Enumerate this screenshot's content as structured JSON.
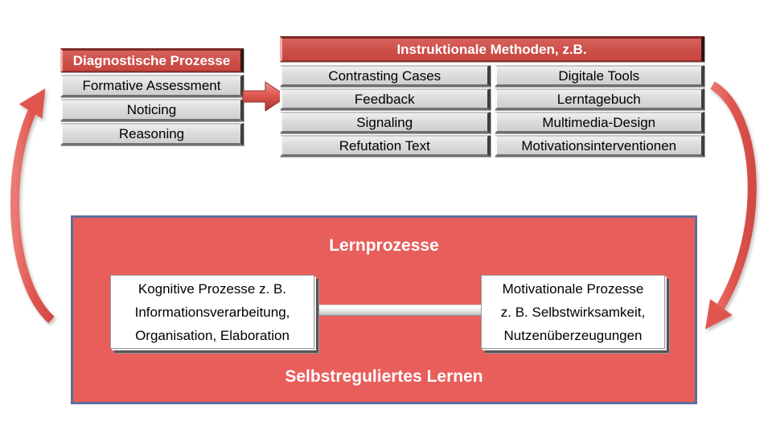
{
  "diagnostic": {
    "header": "Diagnostische Prozesse",
    "items": [
      "Formative Assessment",
      "Noticing",
      "Reasoning"
    ]
  },
  "methods": {
    "header": "Instruktionale Methoden, z.B.",
    "left_column": [
      "Contrasting Cases",
      "Feedback",
      "Signaling",
      "Refutation Text"
    ],
    "right_column": [
      "Digitale Tools",
      "Lerntagebuch",
      "Multimedia-Design",
      "Motivationsinterventionen"
    ]
  },
  "learning": {
    "title": "Lernprozesse",
    "cognitive_box": "Kognitive Prozesse z. B.\nInformationsverarbeitung,\nOrganisation, Elaboration",
    "motivational_box": "Motivationale Prozesse\nz. B. Selbstwirksamkeit,\nNutzenüberzeugungen",
    "footer": "Selbstreguliertes Lernen"
  },
  "colors": {
    "header_red": "#cd4f4a",
    "panel_red": "#e85e5b",
    "panel_border_blue": "#5c6f9f",
    "cell_gray": "#d9d9d9",
    "arrow_red": "#e0564f"
  }
}
